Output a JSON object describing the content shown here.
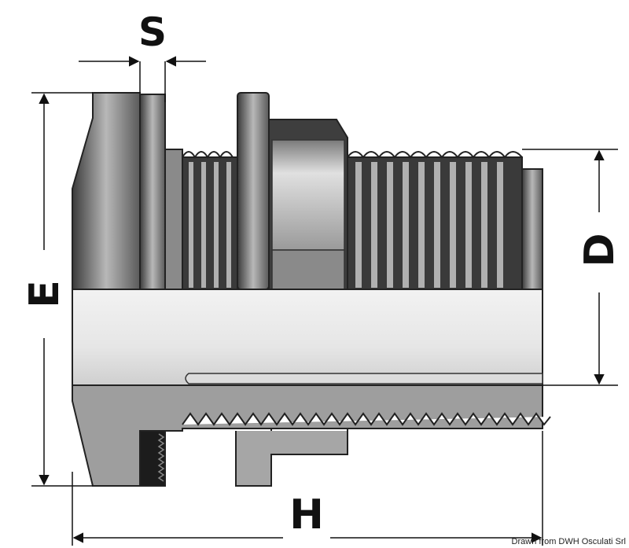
{
  "labels": {
    "s": "S",
    "e": "E",
    "d": "D",
    "h": "H"
  },
  "credit": "Drawn from DWH Osculati Srl",
  "colors": {
    "outline": "#222222",
    "dark_fill": "#4a4a4a",
    "mid_fill": "#8c8c8c",
    "light_fill": "#c8c8c8",
    "bore_fill": "#e8e8e8",
    "section_fill": "#9a9a9a"
  }
}
